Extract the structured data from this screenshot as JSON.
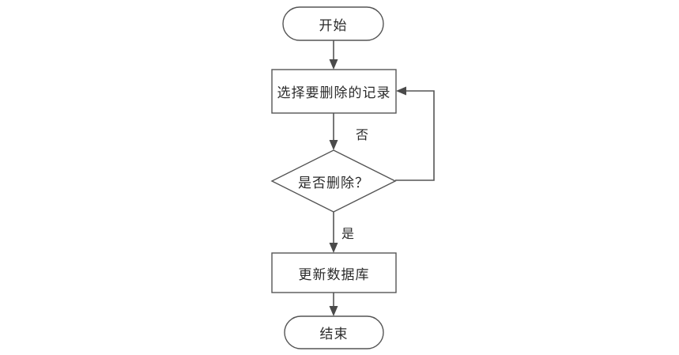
{
  "diagram": {
    "type": "flowchart",
    "orientation": "top-to-bottom",
    "background_color": "#ffffff",
    "stroke_color": "#555555",
    "text_color": "#2b2b2b",
    "nodes": [
      {
        "id": "start",
        "shape": "terminator",
        "label": "开始"
      },
      {
        "id": "select",
        "shape": "process",
        "label": "选择要删除的记录"
      },
      {
        "id": "decide",
        "shape": "decision",
        "label": "是否删除？"
      },
      {
        "id": "update",
        "shape": "process",
        "label": "更新数据库"
      },
      {
        "id": "end",
        "shape": "terminator",
        "label": "结束"
      }
    ],
    "edges": [
      {
        "id": "e-start-select",
        "from": "start",
        "to": "select",
        "label": ""
      },
      {
        "id": "e-select-decide",
        "from": "select",
        "to": "decide",
        "label": ""
      },
      {
        "id": "e-decide-no",
        "from": "decide",
        "to": "select",
        "label": "否"
      },
      {
        "id": "e-decide-yes",
        "from": "decide",
        "to": "update",
        "label": "是"
      },
      {
        "id": "e-update-end",
        "from": "update",
        "to": "end",
        "label": ""
      }
    ]
  }
}
